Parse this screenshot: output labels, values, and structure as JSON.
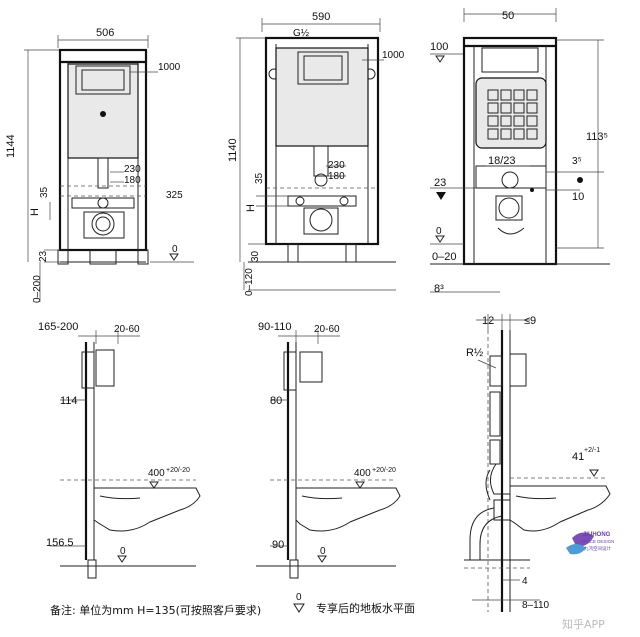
{
  "views": {
    "front1": {
      "width": "506",
      "height": "1144",
      "flush": "1000",
      "d35": "35",
      "d230": "230",
      "d180": "180",
      "d325": "325",
      "h": "H",
      "d23": "23",
      "d0200": "0–200",
      "zero": "0"
    },
    "front2": {
      "width": "590",
      "height": "1140",
      "flush": "1000",
      "d35": "35",
      "d230": "230",
      "d180": "180",
      "h": "H",
      "d30": "30",
      "d0120": "0–120",
      "pipe": "G½"
    },
    "side": {
      "width": "50",
      "d100": "100",
      "height": "113⁵",
      "d1823": "18/23",
      "d35": "3⁵",
      "d23": "23",
      "d10": "10",
      "zero": "0",
      "d020": "0–20",
      "d83": "8³"
    },
    "wall1": {
      "d165200": "165-200",
      "d2060": "20-60",
      "d114": "114",
      "d400": "400",
      "tol": "+20/-20",
      "d1565": "156.5",
      "zero": "0"
    },
    "wall2": {
      "d90110": "90-110",
      "d2060": "20-60",
      "d80": "80",
      "d400": "400",
      "tol": "+20/-20",
      "d90": "90",
      "zero": "0"
    },
    "section": {
      "d12": "12",
      "le9": "≤9",
      "r12": "R½",
      "d41": "41",
      "tol": "+2/-1",
      "d4": "4",
      "d8110": "8–110"
    }
  },
  "notes": {
    "remark": "备注:  单位为mm    H=135(可按照客戶要求)",
    "floor_marker": "0",
    "floor_text": "专享后的地板水平面"
  },
  "logo": {
    "line1": "JIUHONG",
    "line2": "SPACE DESIGN",
    "line3": "九鸿空间设计"
  },
  "watermark": "知乎APP"
}
